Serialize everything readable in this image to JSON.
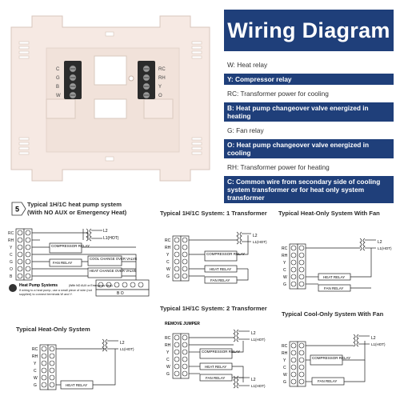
{
  "header": {
    "title": "Wiring Diagram"
  },
  "legend": [
    {
      "text": "W: Heat relay",
      "highlight": false
    },
    {
      "text": "Y: Compressor relay",
      "highlight": true
    },
    {
      "text": "RC: Transformer power for cooling",
      "highlight": false
    },
    {
      "text": "B: Heat pump changeover valve energized in heating",
      "highlight": true
    },
    {
      "text": "G: Fan relay",
      "highlight": false
    },
    {
      "text": "O: Heat pump changeover valve energized in cooling",
      "highlight": true
    },
    {
      "text": "RH: Transformer power for heating",
      "highlight": false
    },
    {
      "text": "C: Common wire from secondary side of cooling system transformer or for heat only system transformer",
      "highlight": true
    }
  ],
  "plate": {
    "left_terminals": [
      "C",
      "G",
      "B",
      "W"
    ],
    "right_terminals": [
      "RC",
      "RH",
      "Y",
      "O"
    ]
  },
  "diagrams": {
    "heatpump": {
      "title_line1": "Typical 1H/1C heat pump system",
      "title_line2": "(With NO AUX or Emergency Heat)",
      "step": "5",
      "terminals": [
        "RC",
        "RH",
        "Y",
        "C",
        "G",
        "O",
        "B"
      ],
      "compressor": "COMPRESSOR RELAY",
      "fan": "FAN RELAY",
      "cool_valve": "COOL CHANGE OVER VALVE",
      "heat_valve": "HEAT CHANGE OVER VALVE",
      "note_title": "Heat Pump Systems",
      "note_body": "If wiring to a heat pump, use a small piece of wire (not supplied) to connect terminals W and Y.",
      "note_side": "(With NO AUX or Emergency Heat)",
      "bo": "B O",
      "l2": "L2",
      "l1": "L1(HOT)"
    },
    "one_transformer": {
      "title": "Typical 1H/1C System: 1 Transformer",
      "terminals": [
        "RC",
        "RH",
        "Y",
        "C",
        "W",
        "G"
      ],
      "compressor": "COMPRESSOR RELAY",
      "heat": "HEAT RELAY",
      "fan": "FAN RELAY",
      "l2": "L2",
      "l1": "L1(HOT)"
    },
    "heat_fan": {
      "title": "Typical Heat-Only System With Fan",
      "terminals": [
        "RC",
        "RH",
        "Y",
        "C",
        "W",
        "G"
      ],
      "heat": "HEAT RELAY",
      "fan": "FAN RELAY",
      "l2": "L2",
      "l1": "L1(HOT)"
    },
    "heat_only": {
      "title": "Typical Heat-Only System",
      "terminals": [
        "RC",
        "RH",
        "Y",
        "C",
        "W",
        "G"
      ],
      "heat": "HEAT RELAY",
      "l2": "L2",
      "l1": "L1(HOT)"
    },
    "two_transformer": {
      "title": "Typical 1H/1C System: 2 Transformer",
      "jumper": "REMOVE JUMPER",
      "terminals": [
        "RC",
        "RH",
        "Y",
        "C",
        "W",
        "G"
      ],
      "compressor": "COMPRESSOR RELAY",
      "heat": "HEAT RELAY",
      "fan": "FAN RELAY",
      "l2": "L2",
      "l1": "L1(HOT)"
    },
    "cool_fan": {
      "title": "Typical Cool-Only System With Fan",
      "terminals": [
        "RC",
        "RH",
        "Y",
        "C",
        "W",
        "G"
      ],
      "compressor": "COMPRESSOR RELAY",
      "fan": "FAN RELAY",
      "l2": "L2",
      "l1": "L1(HOT)"
    }
  }
}
